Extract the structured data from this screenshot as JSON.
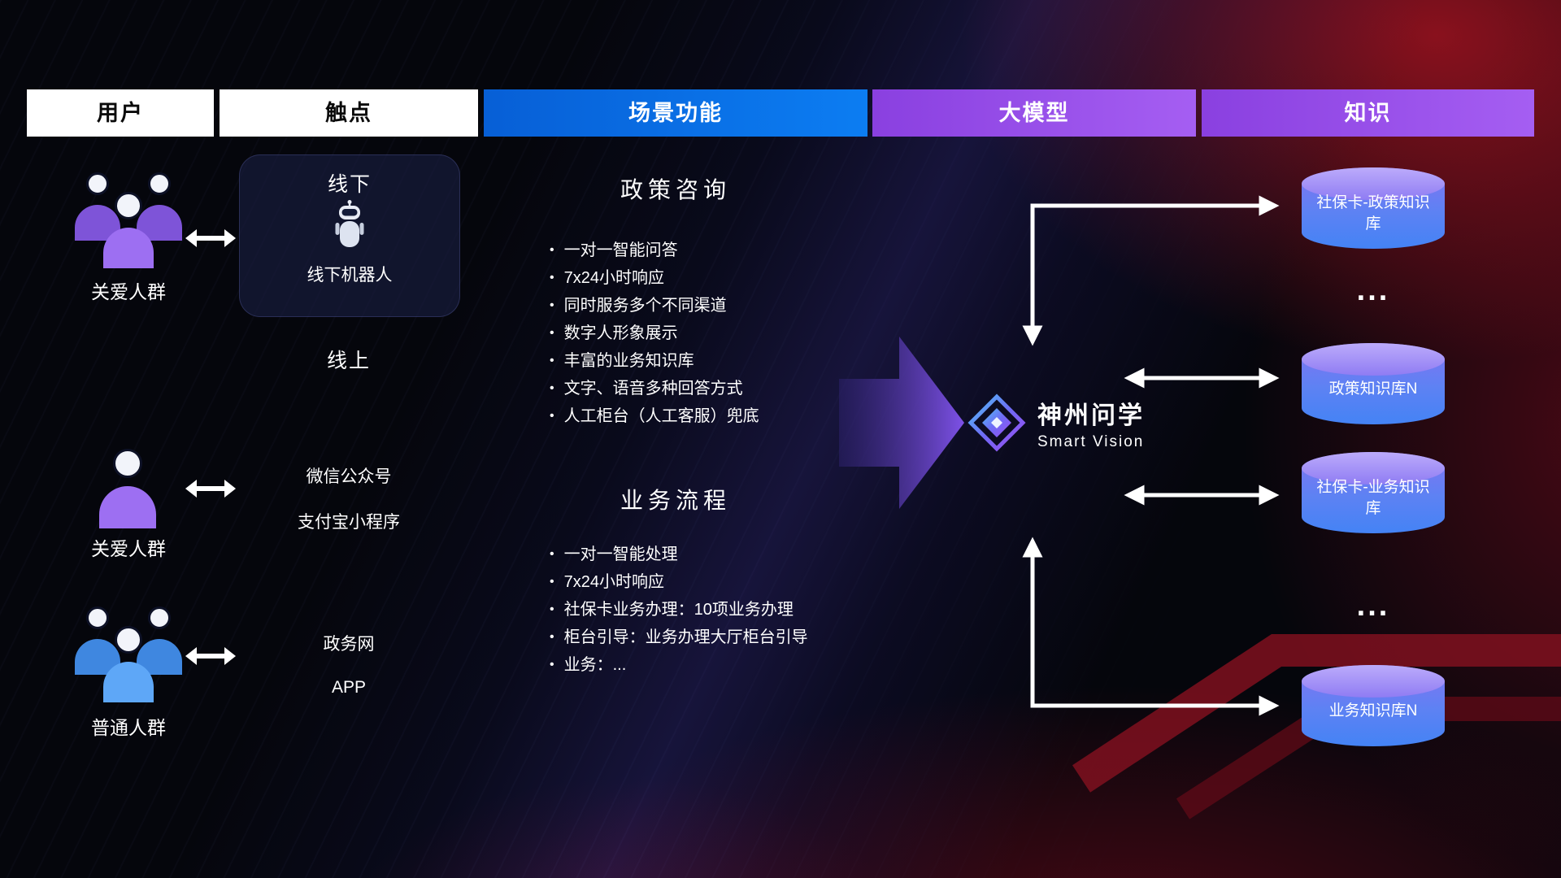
{
  "columns": {
    "user": "用户",
    "touchpoint": "触点",
    "scene": "场景功能",
    "model": "大模型",
    "knowledge": "知识"
  },
  "users": [
    {
      "label": "关爱人群"
    },
    {
      "label": "关爱人群"
    },
    {
      "label": "普通人群"
    }
  ],
  "touchpoints": {
    "offline_title": "线下",
    "offline_robot": "线下机器人",
    "online_title": "线上",
    "wechat": "微信公众号",
    "alipay": "支付宝小程序",
    "gov": "政务网",
    "app": "APP"
  },
  "scenarios": [
    {
      "title": "政策咨询",
      "items": [
        "一对一智能问答",
        "7x24小时响应",
        "同时服务多个不同渠道",
        "数字人形象展示",
        "丰富的业务知识库",
        "文字、语音多种回答方式",
        "人工柜台（人工客服）兜底"
      ]
    },
    {
      "title": "业务流程",
      "items": [
        "一对一智能处理",
        "7x24小时响应",
        "社保卡业务办理：10项业务办理",
        "柜台引导：业务办理大厅柜台引导",
        "业务：..."
      ]
    }
  ],
  "model": {
    "name": "神州问学",
    "subtitle": "Smart Vision"
  },
  "knowledge": {
    "db1": "社保卡-政策知识库",
    "ellipsis1": "...",
    "db2": "政策知识库N",
    "db3": "社保卡-业务知识库",
    "ellipsis2": "...",
    "db4": "业务知识库N"
  },
  "colors": {
    "scene_header": "#0c7df2",
    "model_header": "#9a50ee",
    "accent_purple": "#9d6ff2",
    "accent_blue": "#5ea7f7",
    "db_body": "#4b86f5",
    "arrow": "#ffffff"
  }
}
